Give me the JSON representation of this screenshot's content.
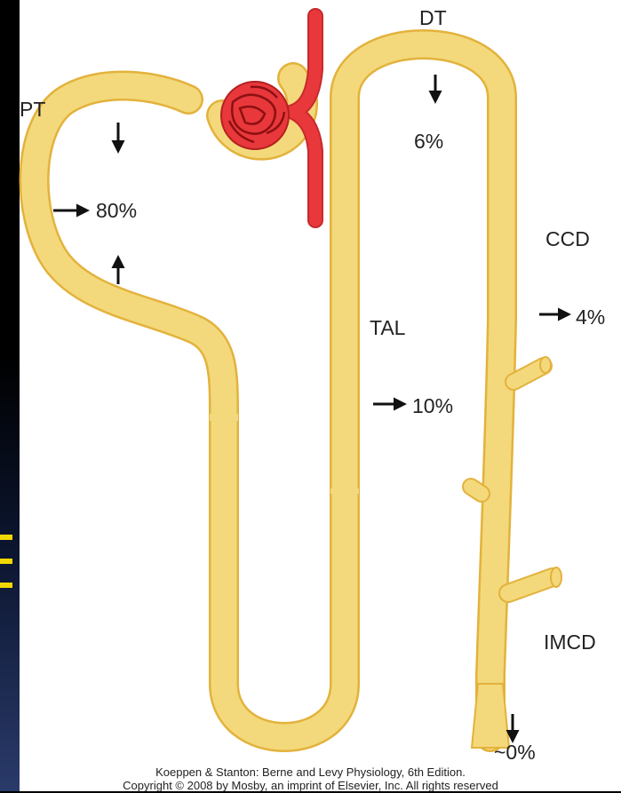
{
  "segments": {
    "pt": "PT",
    "dt": "DT",
    "ccd": "CCD",
    "tal": "TAL",
    "imcd": "IMCD"
  },
  "reabsorption": {
    "pt": "80%",
    "dt": "6%",
    "ccd": "4%",
    "tal": "10%",
    "imcd": "~0%"
  },
  "credit": {
    "line1": "Koeppen & Stanton: Berne and Levy Physiology, 6th Edition.",
    "line2": "Copyright © 2008 by Mosby, an imprint of Elsevier, Inc. All rights reserved"
  },
  "colors": {
    "tubule": "#f3d97b",
    "tubule_outline": "#e3b23c",
    "vessel": "#e8383b",
    "arrow": "#111111"
  }
}
